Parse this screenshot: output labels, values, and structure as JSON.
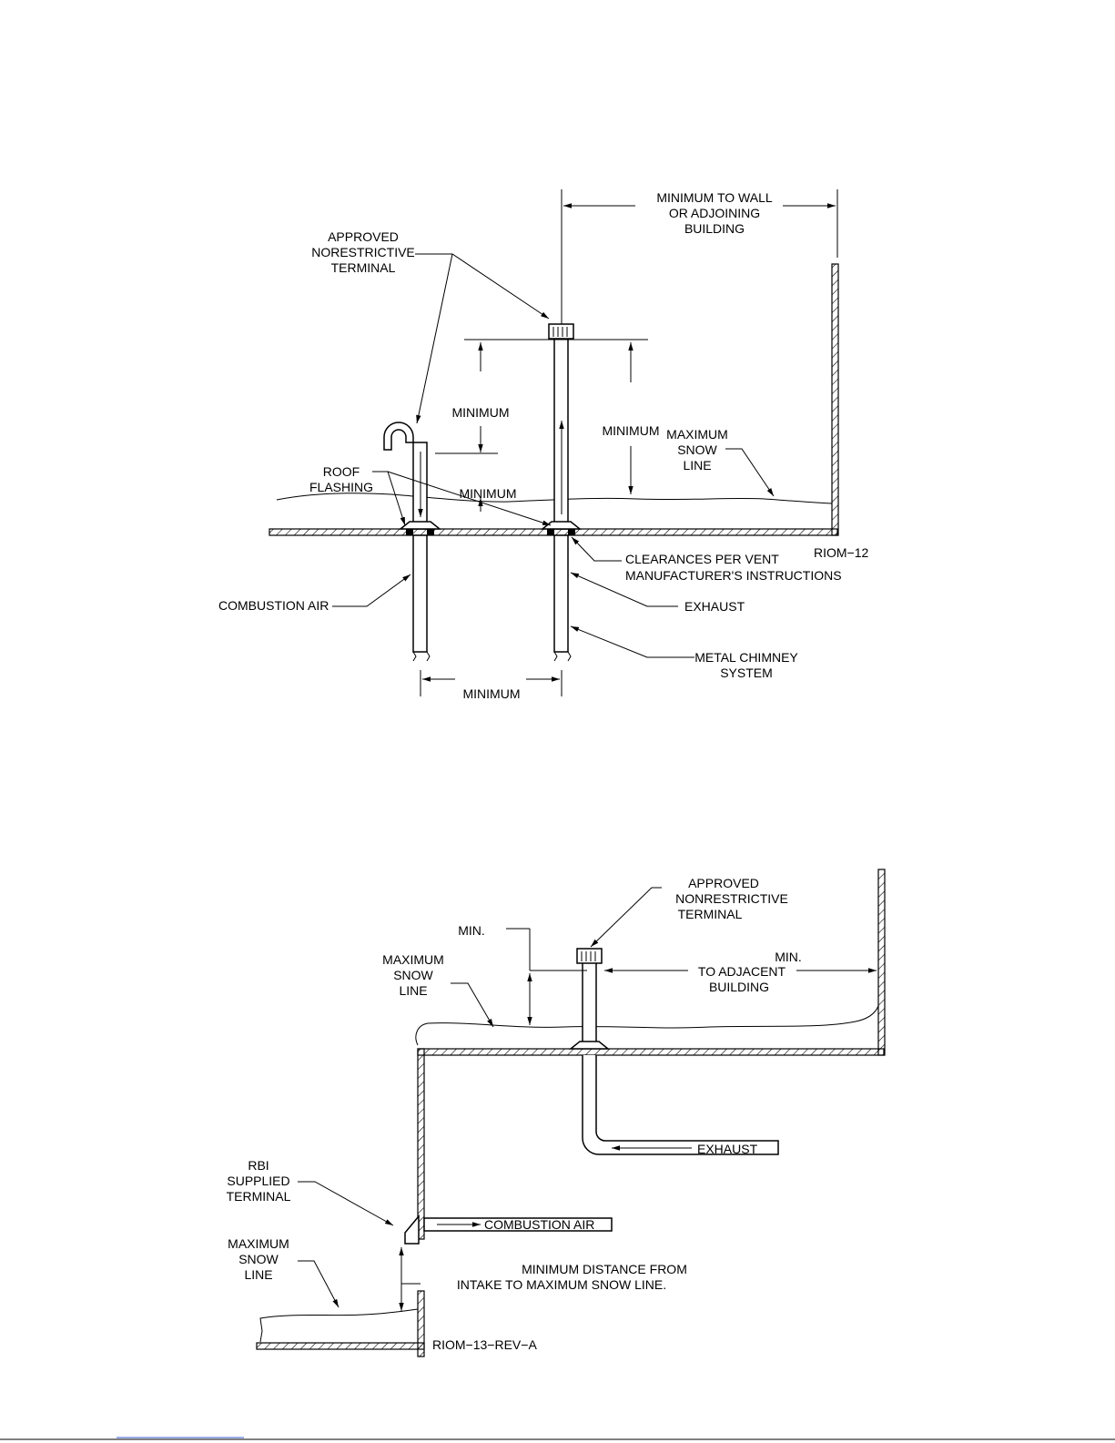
{
  "figure1": {
    "label_terminal": [
      "APPROVED",
      "NORESTRICTIVE",
      "TERMINAL"
    ],
    "label_min_wall": [
      "MINIMUM  TO  WALL",
      "OR  ADJOINING",
      "BUILDING"
    ],
    "label_minimum_left": "MINIMUM",
    "label_minimum_mid": "MINIMUM",
    "label_minimum_snow": "MINIMUM",
    "label_minimum_bottom": "MINIMUM",
    "label_snow": [
      "MAXIMUM",
      "SNOW",
      "LINE"
    ],
    "label_flashing": [
      "ROOF",
      "FLASHING"
    ],
    "label_clearances": [
      "CLEARANCES  PER  VENT",
      "MANUFACTURER'S  INSTRUCTIONS"
    ],
    "label_combustion": "COMBUSTION  AIR",
    "label_exhaust": "EXHAUST",
    "label_chimney": [
      "METAL  CHIMNEY",
      "SYSTEM"
    ],
    "drawing_id": "RIOM−12"
  },
  "figure2": {
    "label_terminal": [
      "APPROVED",
      "NONRESTRICTIVE",
      "TERMINAL"
    ],
    "label_min": "MIN.",
    "label_min_adjacent": [
      "MIN.",
      "TO  ADJACENT",
      "BUILDING"
    ],
    "label_snow_top": [
      "MAXIMUM",
      "SNOW",
      "LINE"
    ],
    "label_exhaust": "EXHAUST",
    "label_rbi": [
      "RBI",
      "SUPPLIED",
      "TERMINAL"
    ],
    "label_combustion": "COMBUSTION  AIR",
    "label_snow_bottom": [
      "MAXIMUM",
      "SNOW",
      "LINE"
    ],
    "label_min_distance": [
      "MINIMUM  DISTANCE  FROM",
      "INTAKE  TO  MAXIMUM  SNOW  LINE."
    ],
    "drawing_id": "RIOM−13−REV−A"
  }
}
